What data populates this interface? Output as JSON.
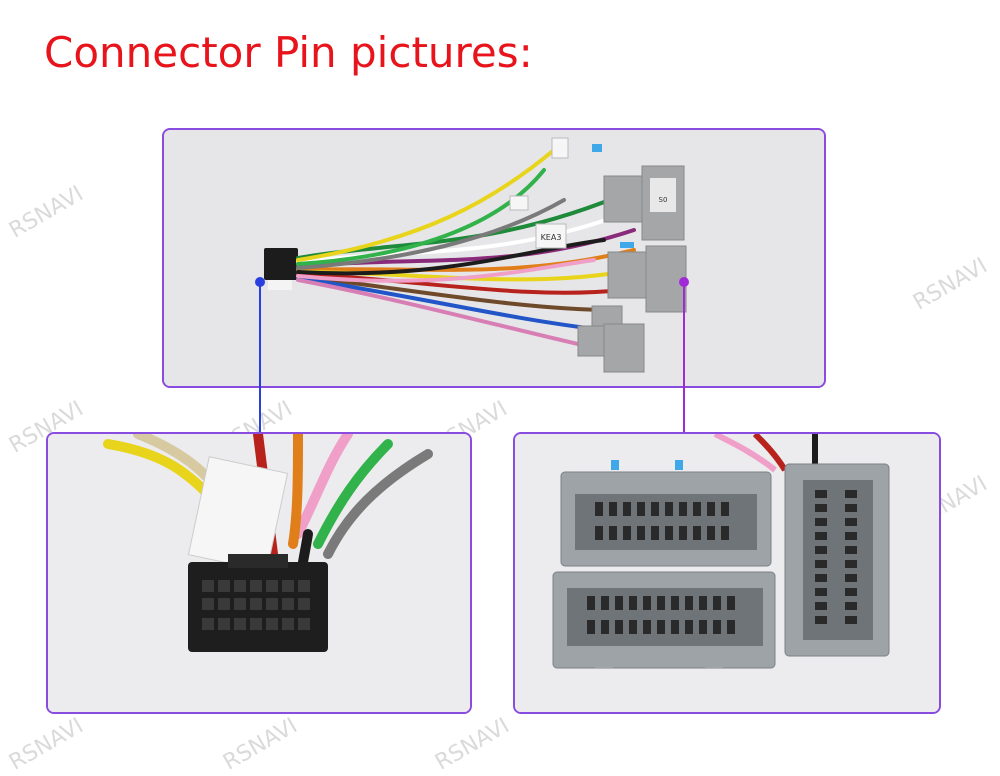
{
  "title": "Connector Pin pictures:",
  "watermark": "RSNAVI",
  "label_tag_1": "KEA3",
  "label_tag_2": "S0",
  "colors": {
    "title": "#e8141b",
    "frame": "#8a4be0",
    "pointer_blue": "#2a3fe0",
    "pointer_purple": "#a02ad8"
  }
}
